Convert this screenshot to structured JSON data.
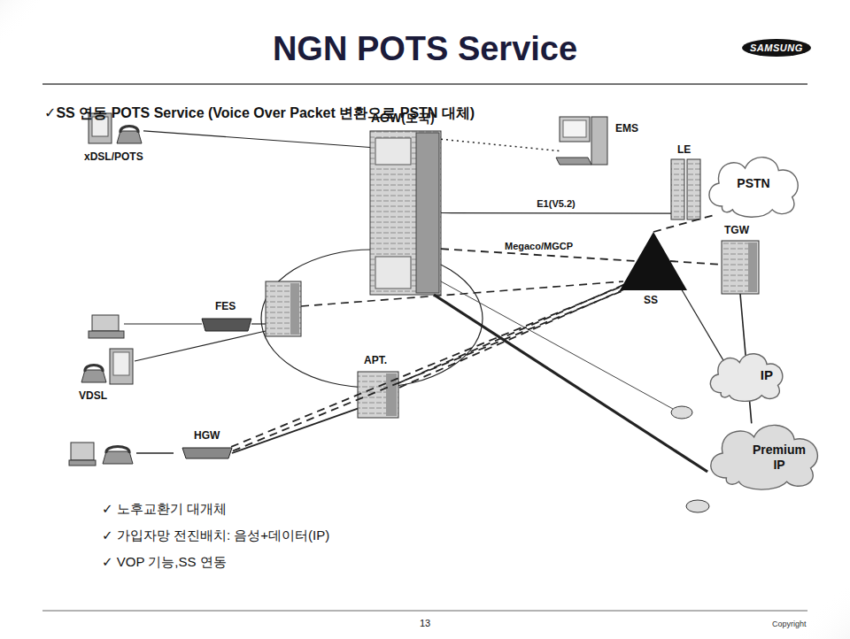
{
  "diagram": {
    "title": "NGN POTS Service",
    "nodes": [
      {
        "text": [
          "xDSL/POTS"
        ]
      },
      {
        "text": [
          "AGW(모국)"
        ]
      },
      {
        "text": [
          "EMS"
        ]
      },
      {
        "text": [
          "LE"
        ]
      },
      {
        "text": [
          "PSTN"
        ]
      },
      {
        "text": [
          "TGW"
        ]
      },
      {
        "text": [
          "SS"
        ]
      },
      {
        "text": [
          "IP"
        ]
      },
      {
        "text": [
          "Premium IP"
        ]
      },
      {
        "text": [
          "FES"
        ]
      },
      {
        "text": [
          "VDSL"
        ]
      },
      {
        "text": [
          "APT."
        ]
      },
      {
        "text": [
          "HGW"
        ]
      }
    ],
    "edges": [
      {
        "from": 0,
        "to": 1,
        "arrow": "none"
      },
      {
        "from": 1,
        "to": 2,
        "arrow": "none"
      },
      {
        "from": 1,
        "to": 3,
        "label": "E1(V5.2)",
        "arrow": "none"
      },
      {
        "from": 1,
        "to": 6,
        "label": "Megaco/MGCP",
        "arrow": "none"
      },
      {
        "from": 6,
        "to": 4,
        "arrow": "none"
      },
      {
        "from": 6,
        "to": 5,
        "arrow": "none"
      },
      {
        "from": 6,
        "to": 7,
        "arrow": "none"
      },
      {
        "from": 5,
        "to": 8,
        "arrow": "none"
      },
      {
        "from": 1,
        "to": 8,
        "arrow": "none"
      },
      {
        "from": 11,
        "to": 6,
        "arrow": "none"
      },
      {
        "from": 12,
        "to": 11,
        "arrow": "none"
      },
      {
        "from": 12,
        "to": 6,
        "arrow": "none"
      }
    ],
    "labels": [
      "SAMSUNG",
      "✓SS 연동 POTS Service (Voice Over Packet 변환으로 PSTN 대체)",
      "✓ 노후교환기 대개체",
      "✓ 가입자망 전진배치: 음성+데이터(IP)",
      "✓ VOP 기능,SS 연동",
      "13",
      "Copyright"
    ]
  }
}
